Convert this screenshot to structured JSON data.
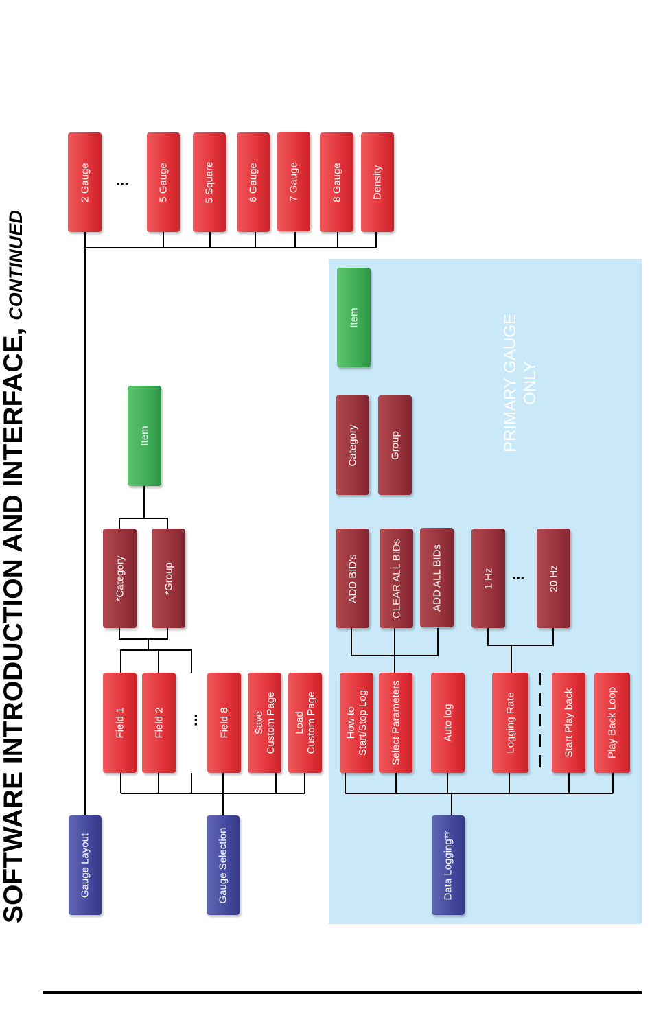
{
  "header": {
    "title_main": "SOFTWARE INTRODUCTION AND INTERFACE,",
    "title_suffix": "CONTINUED"
  },
  "panel": {
    "label_line1": "PRIMARY GAUGE",
    "label_line2": "ONLY"
  },
  "ellipsis": "...",
  "nodes": {
    "gauge_layout": "Gauge Layout",
    "gauge_selection": "Gauge Selection",
    "data_logging": "Data Logging**",
    "layout_2_gauge": "2 Gauge",
    "layout_5_gauge": "5 Gauge",
    "layout_5_square": "5 Square",
    "layout_6_gauge": "6 Gauge",
    "layout_7_gauge": "7 Gauge",
    "layout_8_gauge": "8 Gauge",
    "layout_density": "Density",
    "field_1": "Field 1",
    "field_2": "Field 2",
    "field_8": "Field 8",
    "save_custom_page_l1": "Save",
    "save_custom_page_l2": "Custom Page",
    "load_custom_page_l1": "Load",
    "load_custom_page_l2": "Custom Page",
    "star_category": "*Category",
    "star_group": "*Group",
    "item_top": "Item",
    "how_to_l1": "How to",
    "how_to_l2": "Start/Stop Log",
    "select_parameters": "Select Parameters",
    "auto_log": "Auto log",
    "logging_rate": "Logging Rate",
    "start_play_back": "Start Play back",
    "play_back_loop": "Play Back Loop",
    "add_bids": "ADD BID's",
    "clear_all_bids": "CLEAR ALL BIDs",
    "add_all_bids": "ADD ALL BIDs",
    "rate_1hz": "1 Hz",
    "rate_20hz": "20 Hz",
    "category": "Category",
    "group": "Group",
    "item_panel": "Item"
  },
  "colors": {
    "red_box": "#de2f36",
    "dark_red_box": "#943039",
    "green_box": "#3aa853",
    "blue_box": "#40459a",
    "panel_background": "#c9e9f8"
  }
}
